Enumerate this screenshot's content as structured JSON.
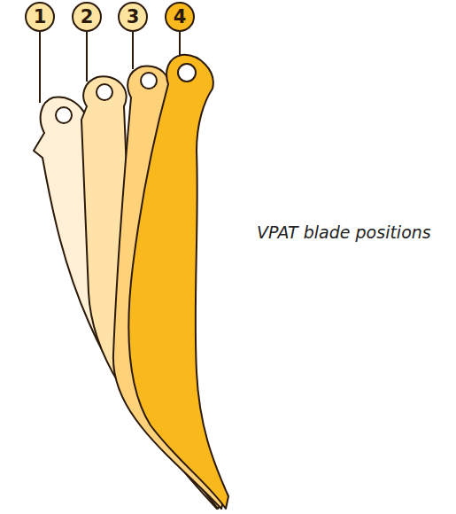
{
  "diagram": {
    "nodes": [
      {
        "text": [
          "1"
        ]
      },
      {
        "text": [
          "2"
        ]
      },
      {
        "text": [
          "3"
        ]
      },
      {
        "text": [
          "4"
        ]
      }
    ],
    "labels": [
      "VPAT blade positions"
    ]
  }
}
